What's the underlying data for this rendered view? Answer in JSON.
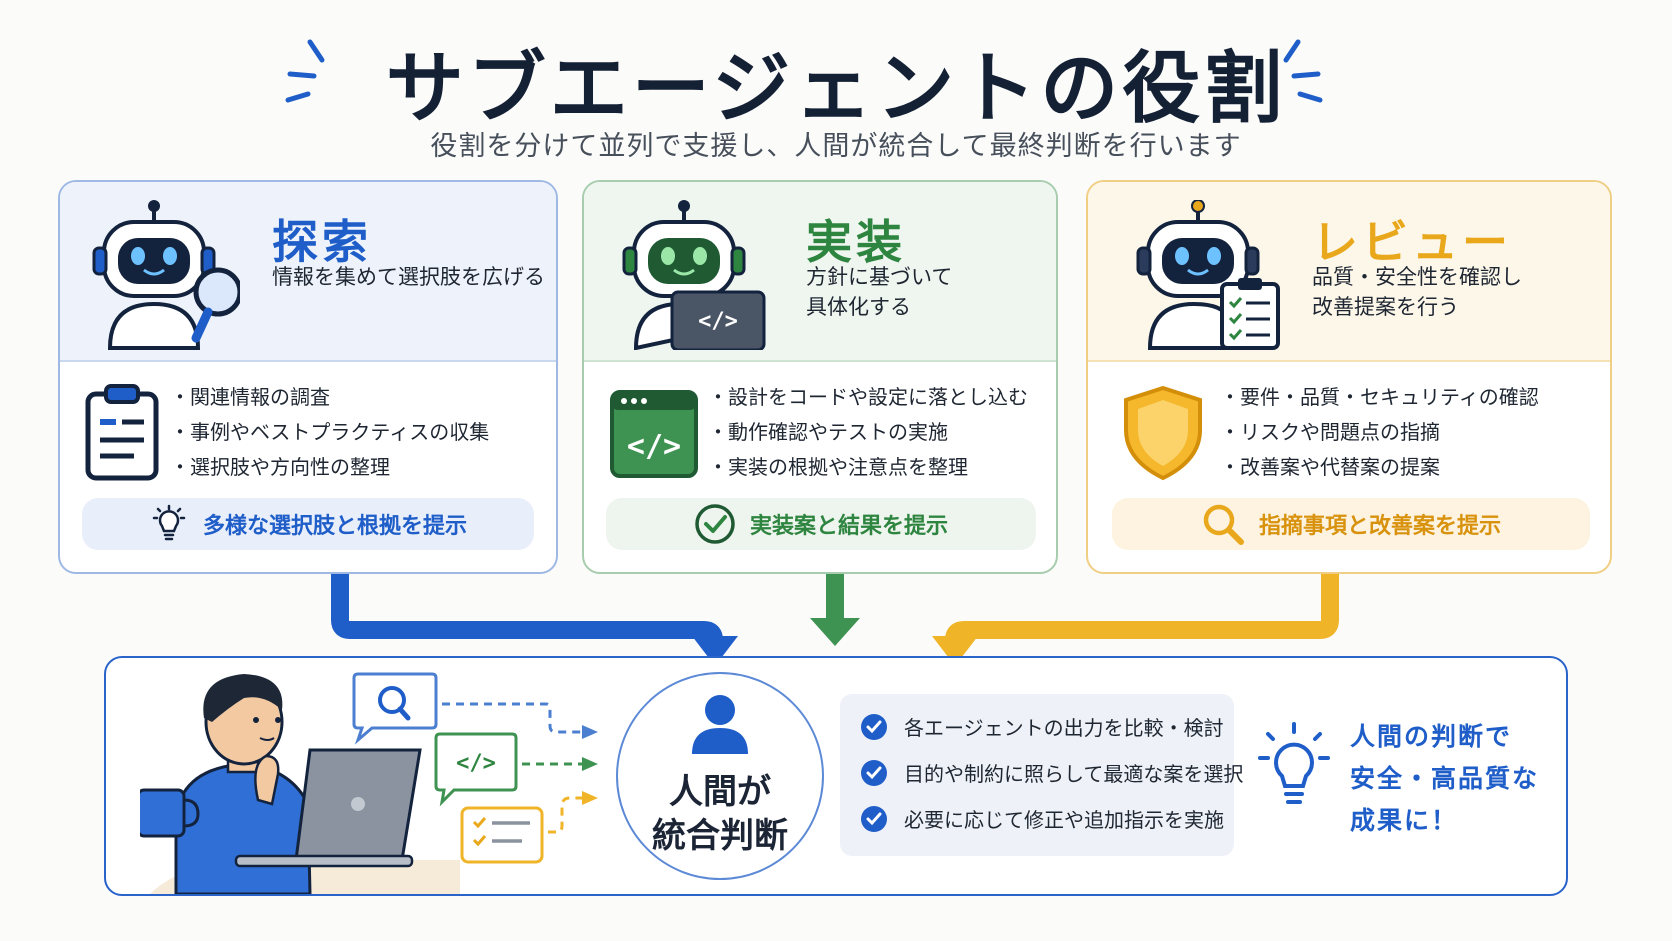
{
  "title": "サブエージェントの役割",
  "subtitle": "役割を分けて並列で支援し、人間が統合して最終判断を行います",
  "colors": {
    "blue": "#1f5ec9",
    "green": "#2e8540",
    "amber": "#e9a81b",
    "navy": "#142034"
  },
  "agents": [
    {
      "name": "探索",
      "desc": [
        "情報を集めて選択肢を広げる"
      ],
      "robot_prop": "magnifier-icon",
      "icon": "clipboard-list-icon",
      "bullets": [
        "関連情報の調査",
        "事例やベストプラクティスの収集",
        "選択肢や方向性の整理"
      ],
      "result_icon": "lightbulb-icon",
      "result": "多様な選択肢と根拠を提示"
    },
    {
      "name": "実装",
      "desc": [
        "方針に基づいて",
        "具体化する"
      ],
      "robot_prop": "laptop-code-icon",
      "icon": "code-window-icon",
      "bullets": [
        "設計をコードや設定に落とし込む",
        "動作確認やテストの実施",
        "実装の根拠や注意点を整理"
      ],
      "result_icon": "check-circle-icon",
      "result": "実装案と結果を提示"
    },
    {
      "name": "レビュー",
      "desc": [
        "品質・安全性を確認し",
        "改善提案を行う"
      ],
      "robot_prop": "checklist-icon",
      "icon": "shield-icon",
      "bullets": [
        "要件・品質・セキュリティの確認",
        "リスクや問題点の指摘",
        "改善案や代替案の提案"
      ],
      "result_icon": "search-icon",
      "result": "指摘事項と改善案を提示"
    }
  ],
  "human": {
    "center": [
      "人間が",
      "統合判断"
    ],
    "checks": [
      "各エージェントの出力を比較・検討",
      "目的や制約に照らして最適な案を選択",
      "必要に応じて修正や追加指示を実施"
    ],
    "conclusion": [
      "人間の判断で",
      "安全・高品質な",
      "成果に！"
    ],
    "input_icons": [
      "search-bubble-icon",
      "code-bubble-icon",
      "checklist-bubble-icon"
    ]
  }
}
